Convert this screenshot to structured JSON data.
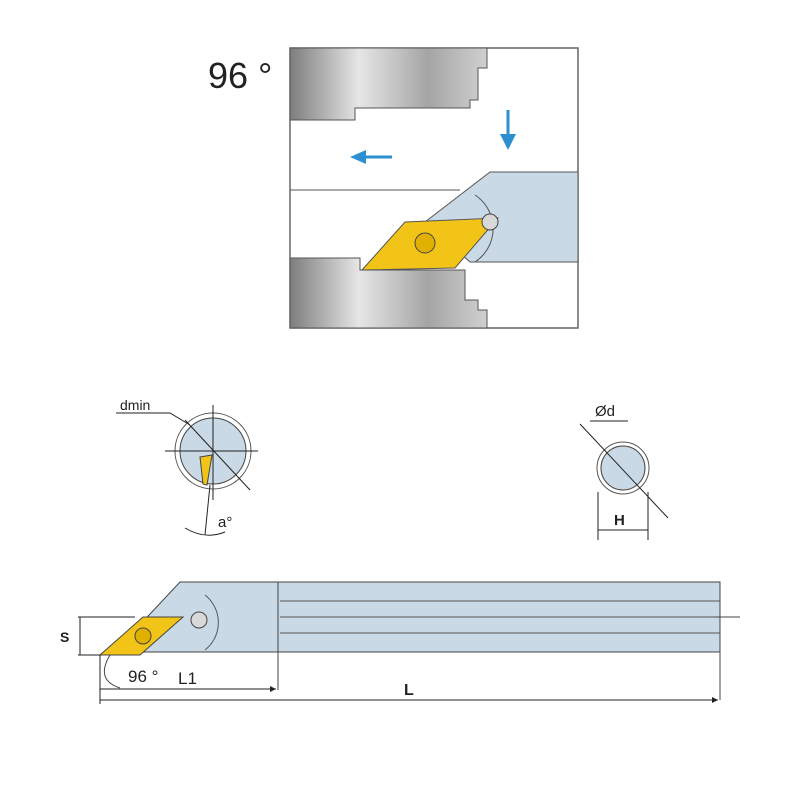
{
  "top_view": {
    "angle_label": "96 °"
  },
  "end_view_left": {
    "dmin_label": "dmin",
    "angle_label": "a°"
  },
  "end_view_right": {
    "diameter_label": "Ød",
    "height_label": "H"
  },
  "side_view": {
    "s_label": "S",
    "angle_label": "96 °",
    "l1_label": "L1",
    "l_label": "L"
  },
  "colors": {
    "bar": "#c9d9e5",
    "insert": "#f2c417",
    "arrow": "#2b8fd0",
    "workpiece": "#9a9a9a"
  }
}
